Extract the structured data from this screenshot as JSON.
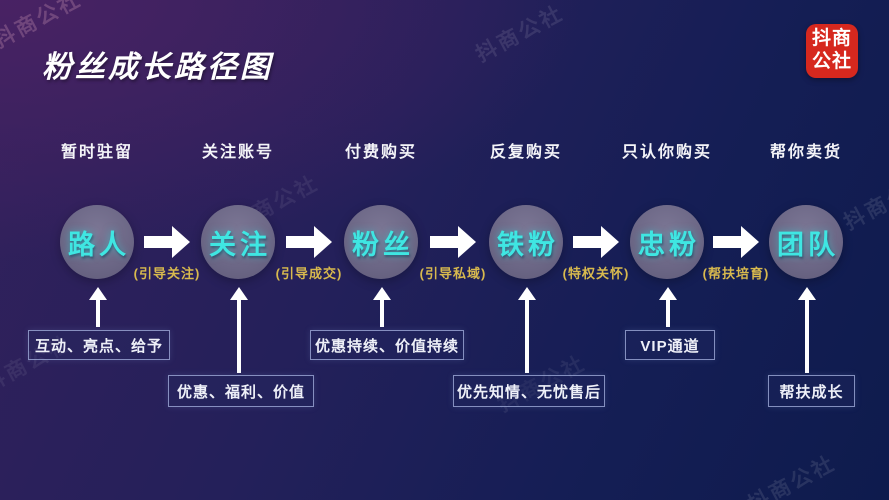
{
  "title": "粉丝成长路径图",
  "logo": {
    "line1": "抖商",
    "line2": "公社",
    "bg_color": "#d6281e"
  },
  "watermark_text": "抖商公社",
  "stages": [
    {
      "phase": "暂时驻留",
      "role": "路人",
      "support": "互动、亮点、给予"
    },
    {
      "phase": "关注账号",
      "role": "关注",
      "support": "优惠、福利、价值"
    },
    {
      "phase": "付费购买",
      "role": "粉丝",
      "support": "优惠持续、价值持续"
    },
    {
      "phase": "反复购买",
      "role": "铁粉",
      "support": "优先知情、无忧售后"
    },
    {
      "phase": "只认你购买",
      "role": "忠粉",
      "support": "VIP通道"
    },
    {
      "phase": "帮你卖货",
      "role": "团队",
      "support": "帮扶成长"
    }
  ],
  "transitions": [
    "(引导关注)",
    "(引导成交)",
    "(引导私域)",
    "(特权关怀)",
    "(帮扶培育)"
  ],
  "colors": {
    "accent_cyan": "#3fe6e2",
    "accent_yellow": "#d8b94e",
    "logo_red": "#d6281e",
    "circle_fill": "#6a6584",
    "arrow_white": "#ffffff"
  }
}
